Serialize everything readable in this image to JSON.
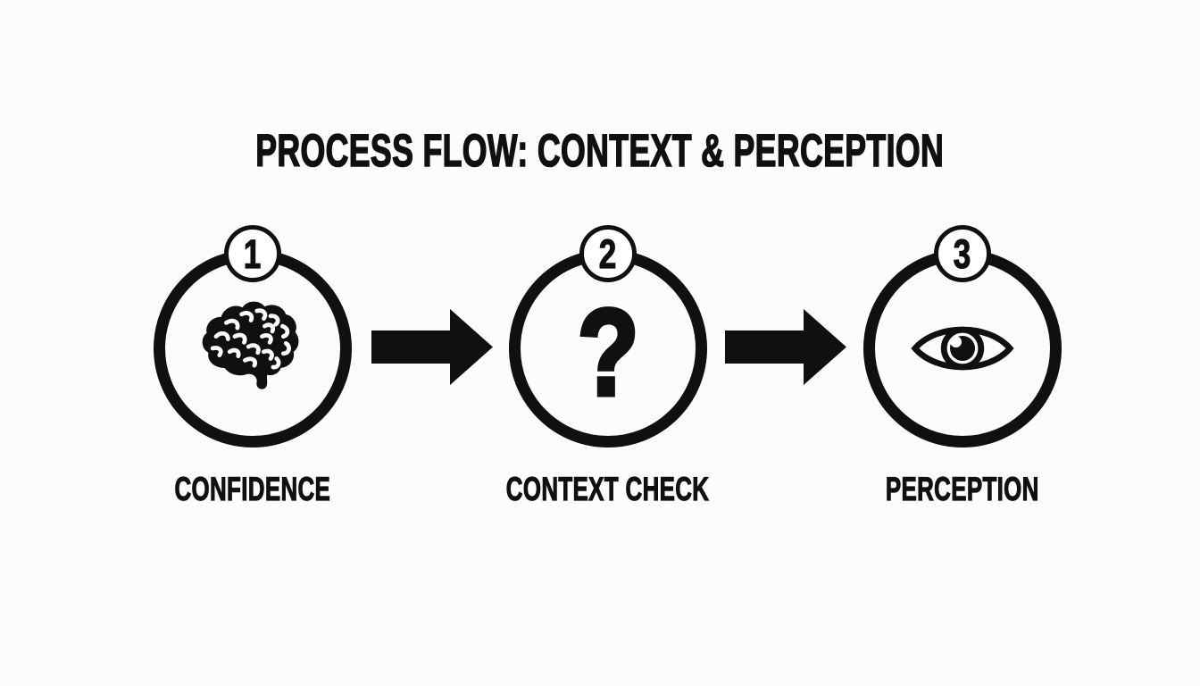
{
  "title": "PROCESS FLOW: CONTEXT & PERCEPTION",
  "steps": [
    {
      "number": "1",
      "label": "CONFIDENCE",
      "icon": "brain-icon"
    },
    {
      "number": "2",
      "label": "CONTEXT CHECK",
      "icon": "question-mark-icon",
      "glyph": "?"
    },
    {
      "number": "3",
      "label": "PERCEPTION",
      "icon": "eye-icon"
    }
  ],
  "colors": {
    "ink": "#101010",
    "background": "#fcfcfb",
    "badge_fill": "#ffffff"
  }
}
